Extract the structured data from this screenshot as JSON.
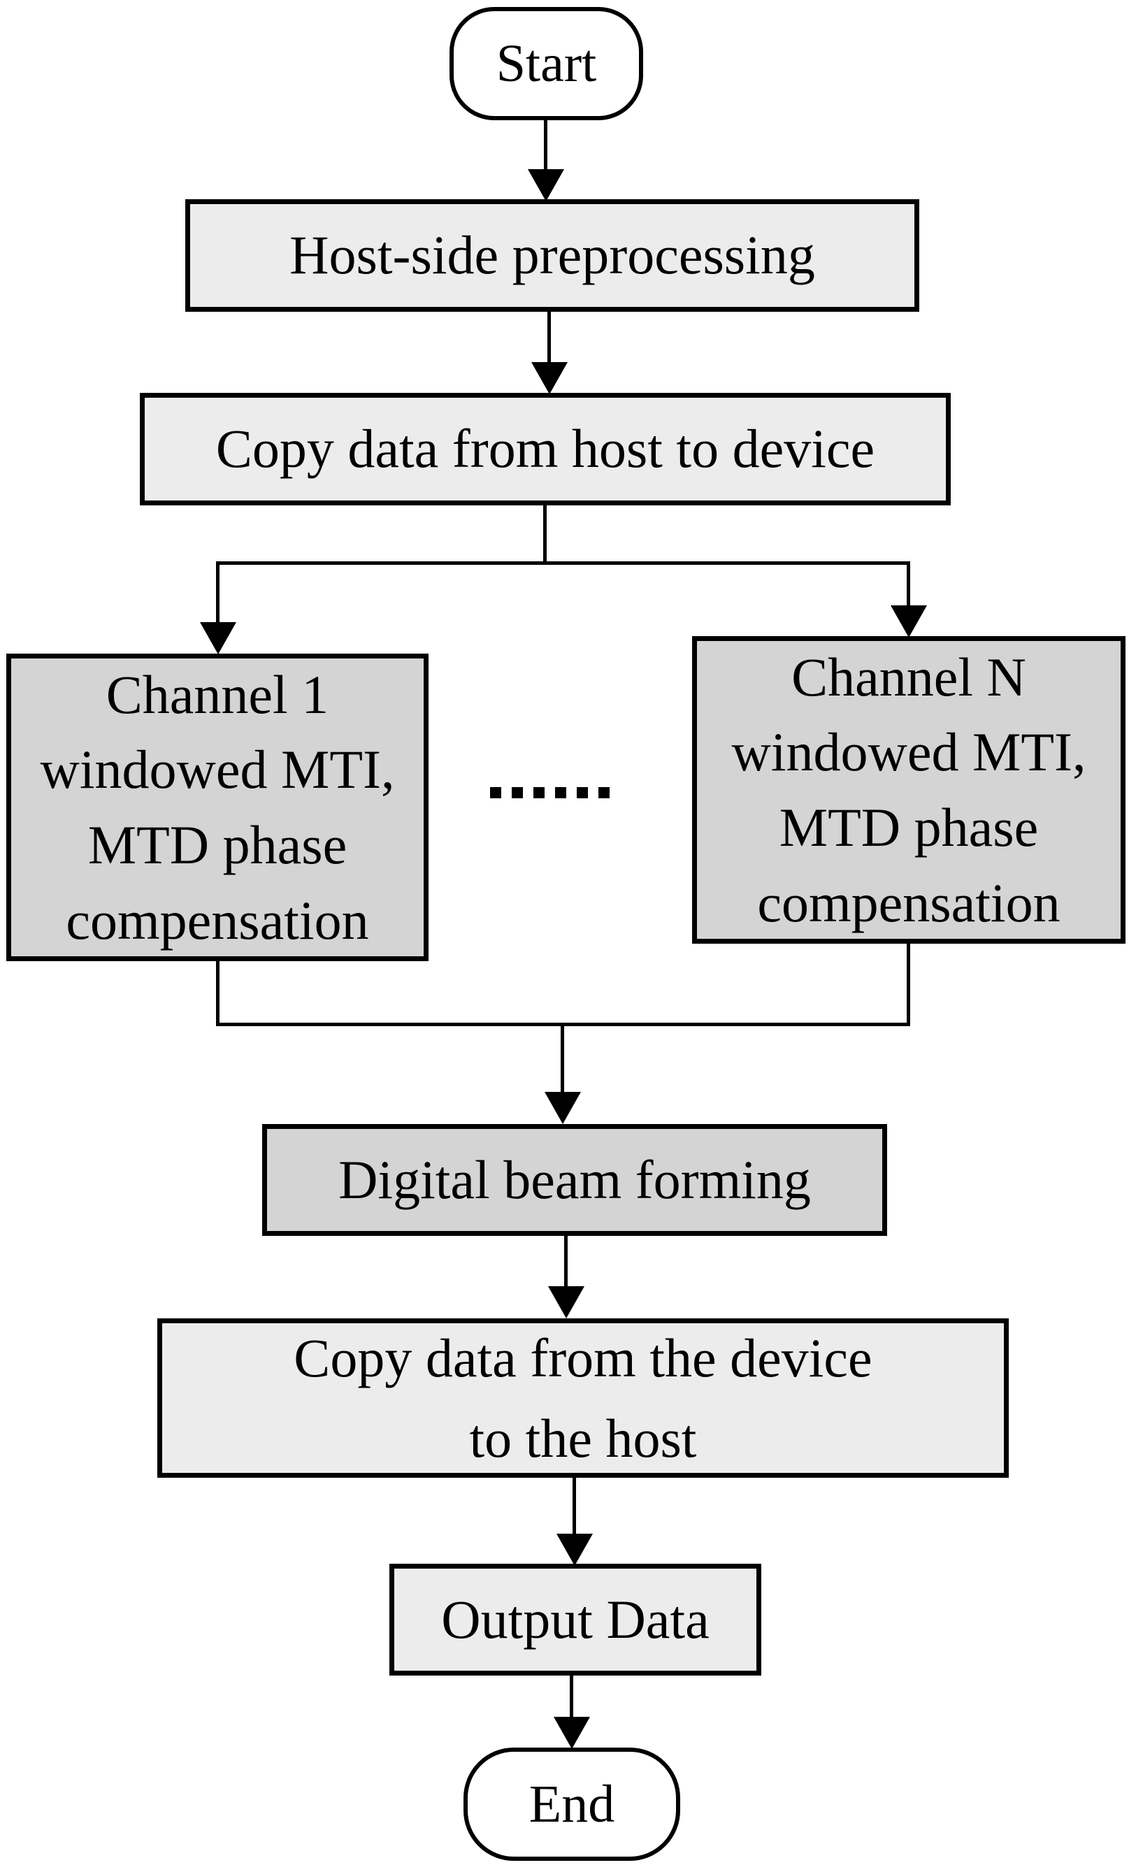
{
  "colors": {
    "stroke": "#000000",
    "light_fill": "#ececec",
    "dark_fill": "#d4d4d4",
    "terminator_fill": "#ffffff",
    "page_bg": "#ffffff"
  },
  "nodes": {
    "start": {
      "label": "Start"
    },
    "host_preprocessing": {
      "label": "Host-side preprocessing"
    },
    "copy_host_to_device": {
      "label": "Copy data from host to device"
    },
    "channel_1": {
      "line1": "Channel 1",
      "line2": "windowed MTI,",
      "line3": "MTD phase",
      "line4": "compensation"
    },
    "ellipsis": {
      "label": "......"
    },
    "channel_n": {
      "line1": "Channel N",
      "line2": "windowed MTI,",
      "line3": "MTD phase",
      "line4": "compensation"
    },
    "digital_beam_forming": {
      "label": "Digital beam forming"
    },
    "copy_device_to_host": {
      "line1": "Copy data from the device",
      "line2": "to the host"
    },
    "output_data": {
      "label": "Output Data"
    },
    "end": {
      "label": "End"
    }
  }
}
